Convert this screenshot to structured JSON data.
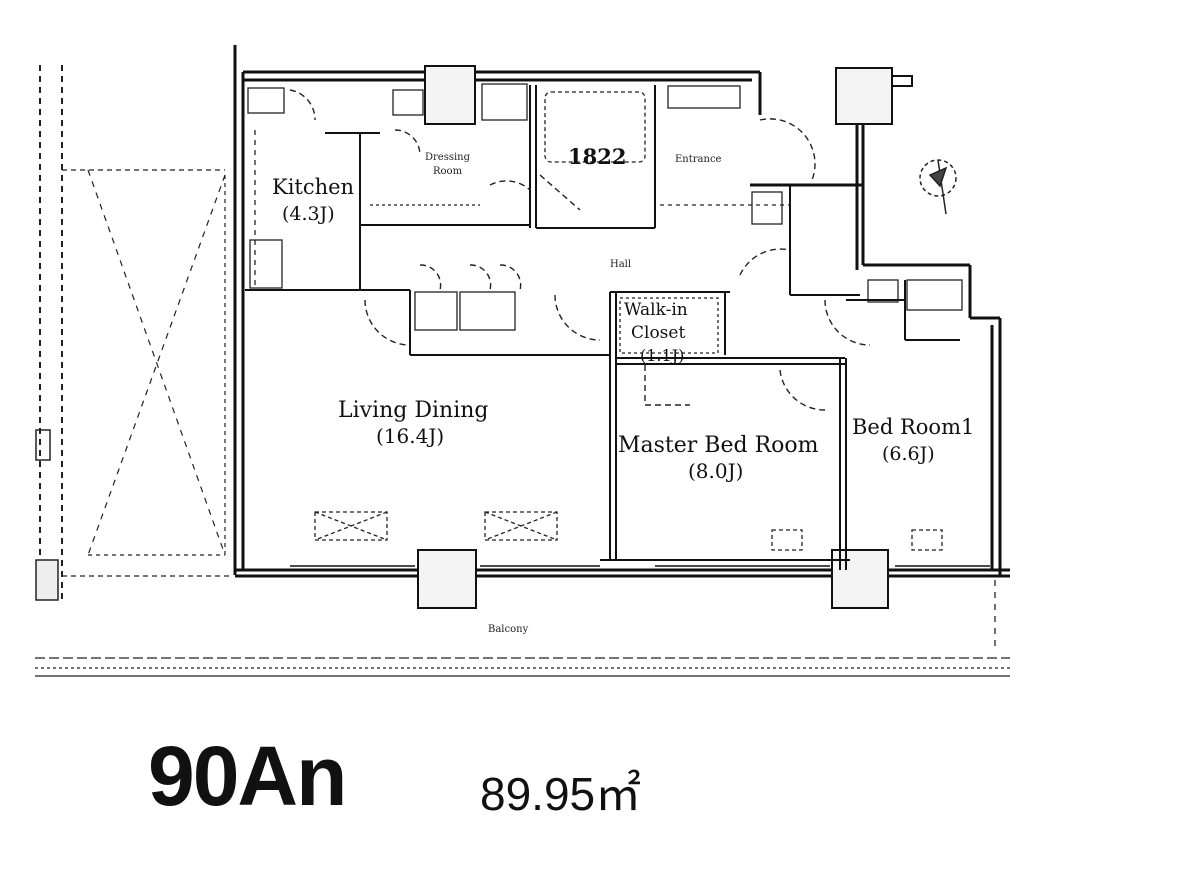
{
  "plan": {
    "rooms": {
      "kitchen": "Kitchen",
      "kitchen_size": "(4.3J)",
      "dressing": "Dressing",
      "dressing_room": "Room",
      "bath": "1822",
      "entrance": "Entrance",
      "hall": "Hall",
      "walkin1": "Walk-in",
      "walkin2": "Closet",
      "walkin_size": "(1.1J)",
      "living": "Living Dining",
      "living_size": "(16.4J)",
      "master": "Master Bed Room",
      "master_size": "(8.0J)",
      "bed1": "Bed Room1",
      "bed1_size": "(6.6J)",
      "balcony": "Balcony"
    }
  },
  "unit": {
    "code": "90An",
    "area": "89.95",
    "area_unit": "㎡"
  }
}
